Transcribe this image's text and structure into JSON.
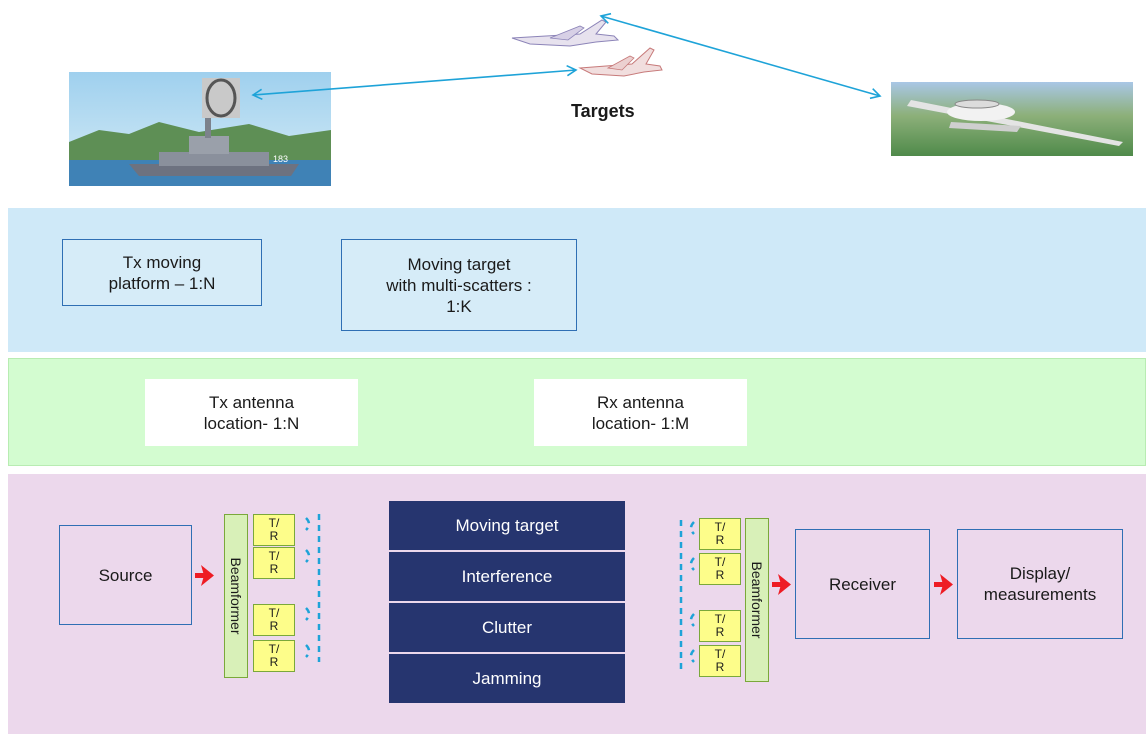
{
  "targets_label": "Targets",
  "blue_band": {
    "tx_platform": "Tx moving\nplatform – 1:N",
    "moving_target": "Moving target\nwith multi-scatters :\n1:K"
  },
  "green_band": {
    "tx_antenna": "Tx antenna\nlocation- 1:N",
    "rx_antenna": "Rx antenna\nlocation- 1:M"
  },
  "purple_band": {
    "source": "Source",
    "beamformer_label": "Beamformer",
    "tr_label": "T/\nR",
    "stack": [
      "Moving target",
      "Interference",
      "Clutter",
      "Jamming"
    ],
    "receiver": "Receiver",
    "display": "Display/\nmeasurements"
  },
  "colors": {
    "arrow_blue": "#1ea3d8",
    "arrow_red": "#ee1c24",
    "stack_navy": "#26356f",
    "box_border": "#2f6fb4"
  }
}
